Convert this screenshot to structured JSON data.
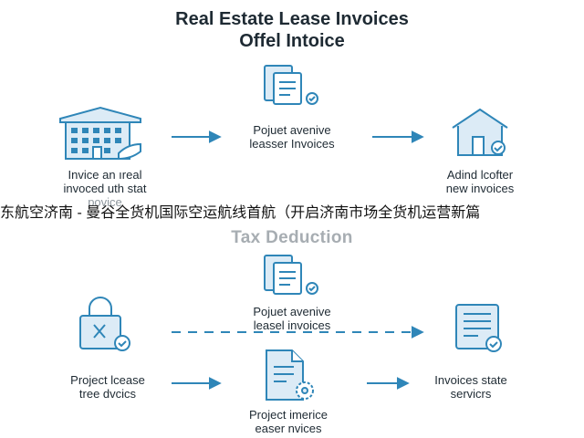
{
  "title": {
    "line1": "Real Estate Lease Invoices",
    "line2": "Offel Intoice"
  },
  "top_row": {
    "left_label": [
      "Invice an ıreal",
      "invoced uth stat",
      "povice"
    ],
    "center_label": [
      "Pojuet avenive",
      "leasser Invoices"
    ],
    "right_label": [
      "Adind lcofter",
      "new invoices"
    ]
  },
  "banner_text": "东航空济南 - 曼谷全货机国际空运航线首航（开启济南市场全货机运营新篇",
  "section_title": "Tax Deduction",
  "bottom_block": {
    "center_top_label": [
      "Pojuet avenive",
      "leasel invoices"
    ],
    "left_label": [
      "Project lcease",
      "tree dvcics"
    ],
    "center_bottom_label": [
      "Project imerice",
      "easer nvices"
    ],
    "right_label": [
      "Invoices state",
      "servicrs"
    ]
  },
  "colors": {
    "accent": "#2f86b8",
    "icon_fill": "#dcebf6",
    "text": "#1e2a33"
  },
  "icons": [
    "building-icon",
    "document-check-icon",
    "house-check-icon",
    "lock-check-icon",
    "document-gear-icon",
    "clipboard-check-icon"
  ]
}
